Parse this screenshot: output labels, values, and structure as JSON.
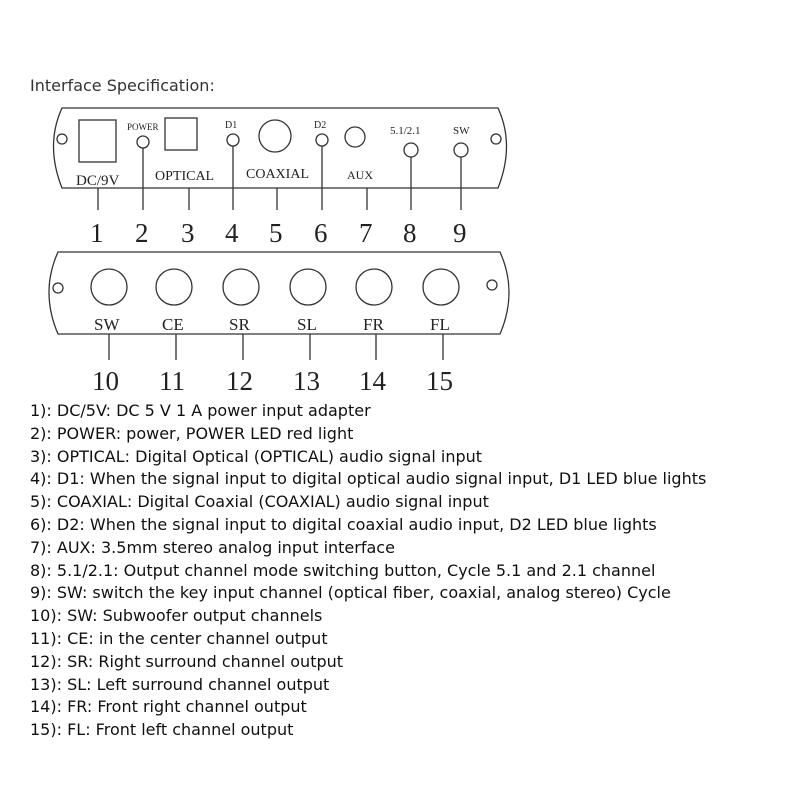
{
  "heading": "Interface Specification:",
  "top_panel": {
    "labels": {
      "dc": "DC/9V",
      "power": "POWER",
      "optical": "OPTICAL",
      "d1": "D1",
      "coaxial": "COAXIAL",
      "d2": "D2",
      "aux": "AUX",
      "mode": "5.1/2.1",
      "sw": "SW"
    },
    "numbers": [
      "1",
      "2",
      "3",
      "4",
      "5",
      "6",
      "7",
      "8",
      "9"
    ]
  },
  "bottom_panel": {
    "labels": [
      "SW",
      "CE",
      "SR",
      "SL",
      "FR",
      "FL"
    ],
    "numbers": [
      "10",
      "11",
      "12",
      "13",
      "14",
      "15"
    ]
  },
  "descriptions": [
    "1): DC/5V: DC 5 V 1 A power input adapter",
    "2): POWER: power, POWER LED red light",
    "3): OPTICAL: Digital Optical (OPTICAL) audio signal input",
    "4): D1: When the signal input to digital optical audio signal input, D1 LED blue lights",
    "5): COAXIAL: Digital Coaxial (COAXIAL) audio signal input",
    "6): D2: When the signal input to digital coaxial audio input, D2 LED blue lights",
    "7): AUX: 3.5mm stereo analog input interface",
    "8): 5.1/2.1: Output channel mode switching button, Cycle 5.1 and 2.1 channel",
    "9): SW: switch the key input channel (optical fiber, coaxial, analog stereo) Cycle",
    "10): SW: Subwoofer output channels",
    "11): CE: in the center channel output",
    "12): SR: Right surround channel output",
    "13): SL: Left surround channel output",
    "14): FR: Front right channel output",
    "15): FL: Front left channel output"
  ]
}
